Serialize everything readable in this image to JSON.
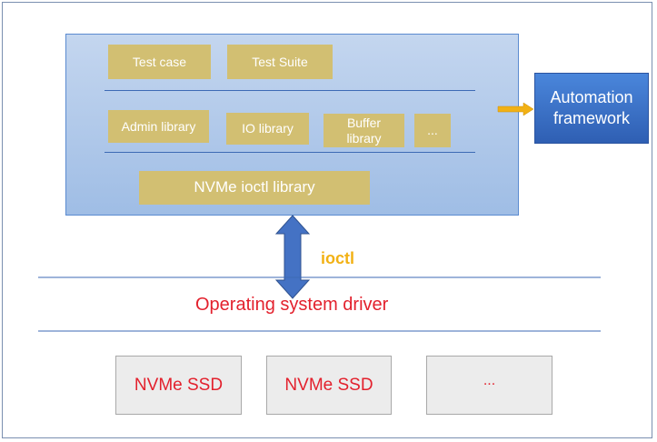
{
  "framework": {
    "row1": [
      "Test case",
      "Test Suite"
    ],
    "row2": [
      "Admin library",
      "IO library",
      "Buffer\nlibrary",
      "..."
    ],
    "ioctl_library": "NVMe ioctl library"
  },
  "automation_framework": "Automation\nframework",
  "ioctl_label": "ioctl",
  "os_driver_label": "Operating system driver",
  "devices": [
    "NVMe SSD",
    "NVMe SSD",
    "..."
  ],
  "colors": {
    "library_box": "#d2bf72",
    "framework_bg": "#a9c3e8",
    "automation_box": "#3b72c8",
    "ioctl_text": "#f2b114",
    "red_text": "#e3212d",
    "arrow_blue": "#4472c4",
    "arrow_orange": "#f2b114"
  }
}
